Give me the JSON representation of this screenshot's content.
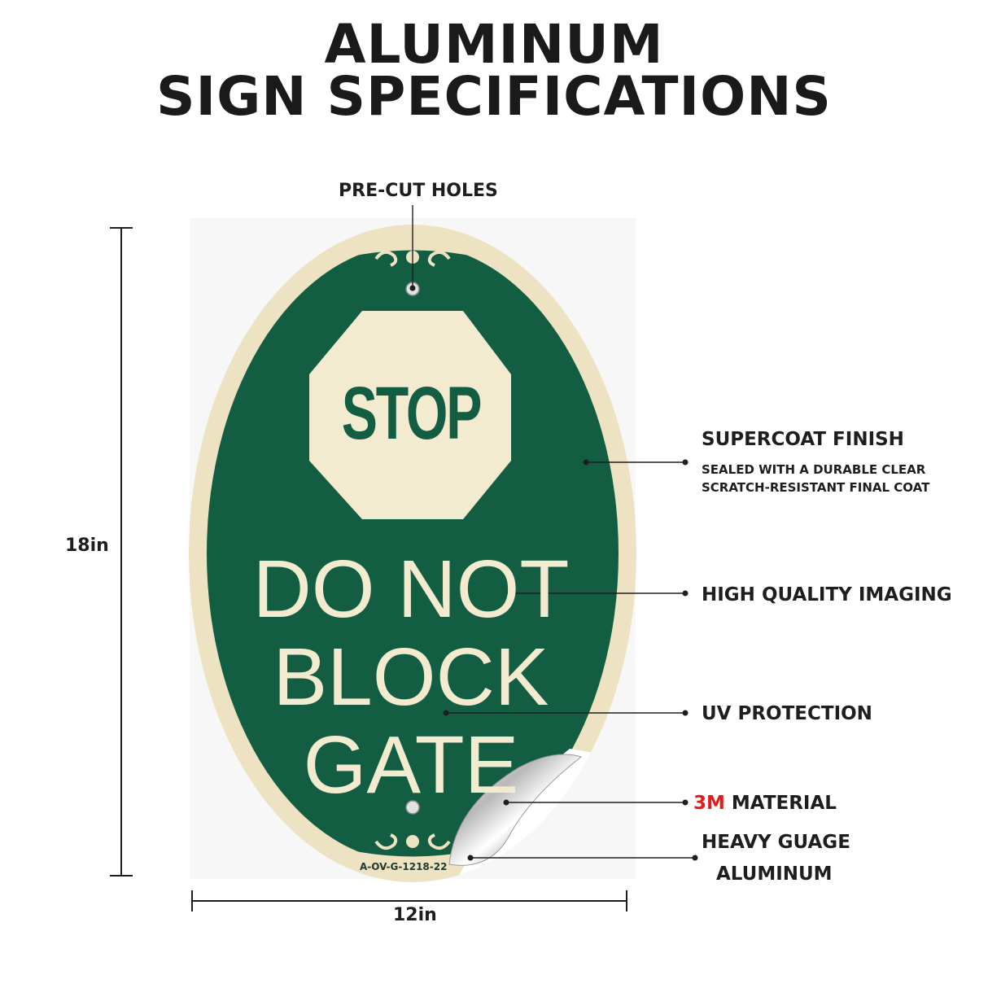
{
  "title": {
    "line1": "ALUMINUM",
    "line2": "SIGN SPECIFICATIONS"
  },
  "sign": {
    "stop_text": "STOP",
    "message_lines": [
      "DO NOT",
      "BLOCK",
      "GATE"
    ],
    "product_code": "A-OV-G-1218-22",
    "colors": {
      "background": "#135e43",
      "cream": "#f2ebd0",
      "border": "#ede3c3"
    }
  },
  "dimensions": {
    "height": "18in",
    "width": "12in"
  },
  "callouts": {
    "precut_holes": "PRE-CUT HOLES",
    "supercoat_title": "SUPERCOAT FINISH",
    "supercoat_desc_line1": "SEALED WITH A DURABLE CLEAR",
    "supercoat_desc_line2": "SCRATCH-RESISTANT FINAL COAT",
    "imaging": "HIGH QUALITY IMAGING",
    "uv": "UV PROTECTION",
    "material_brand": "3M",
    "material_rest": " MATERIAL",
    "aluminum_line1": "HEAVY GUAGE",
    "aluminum_line2": "ALUMINUM"
  },
  "accent_color": "#e21b1b"
}
